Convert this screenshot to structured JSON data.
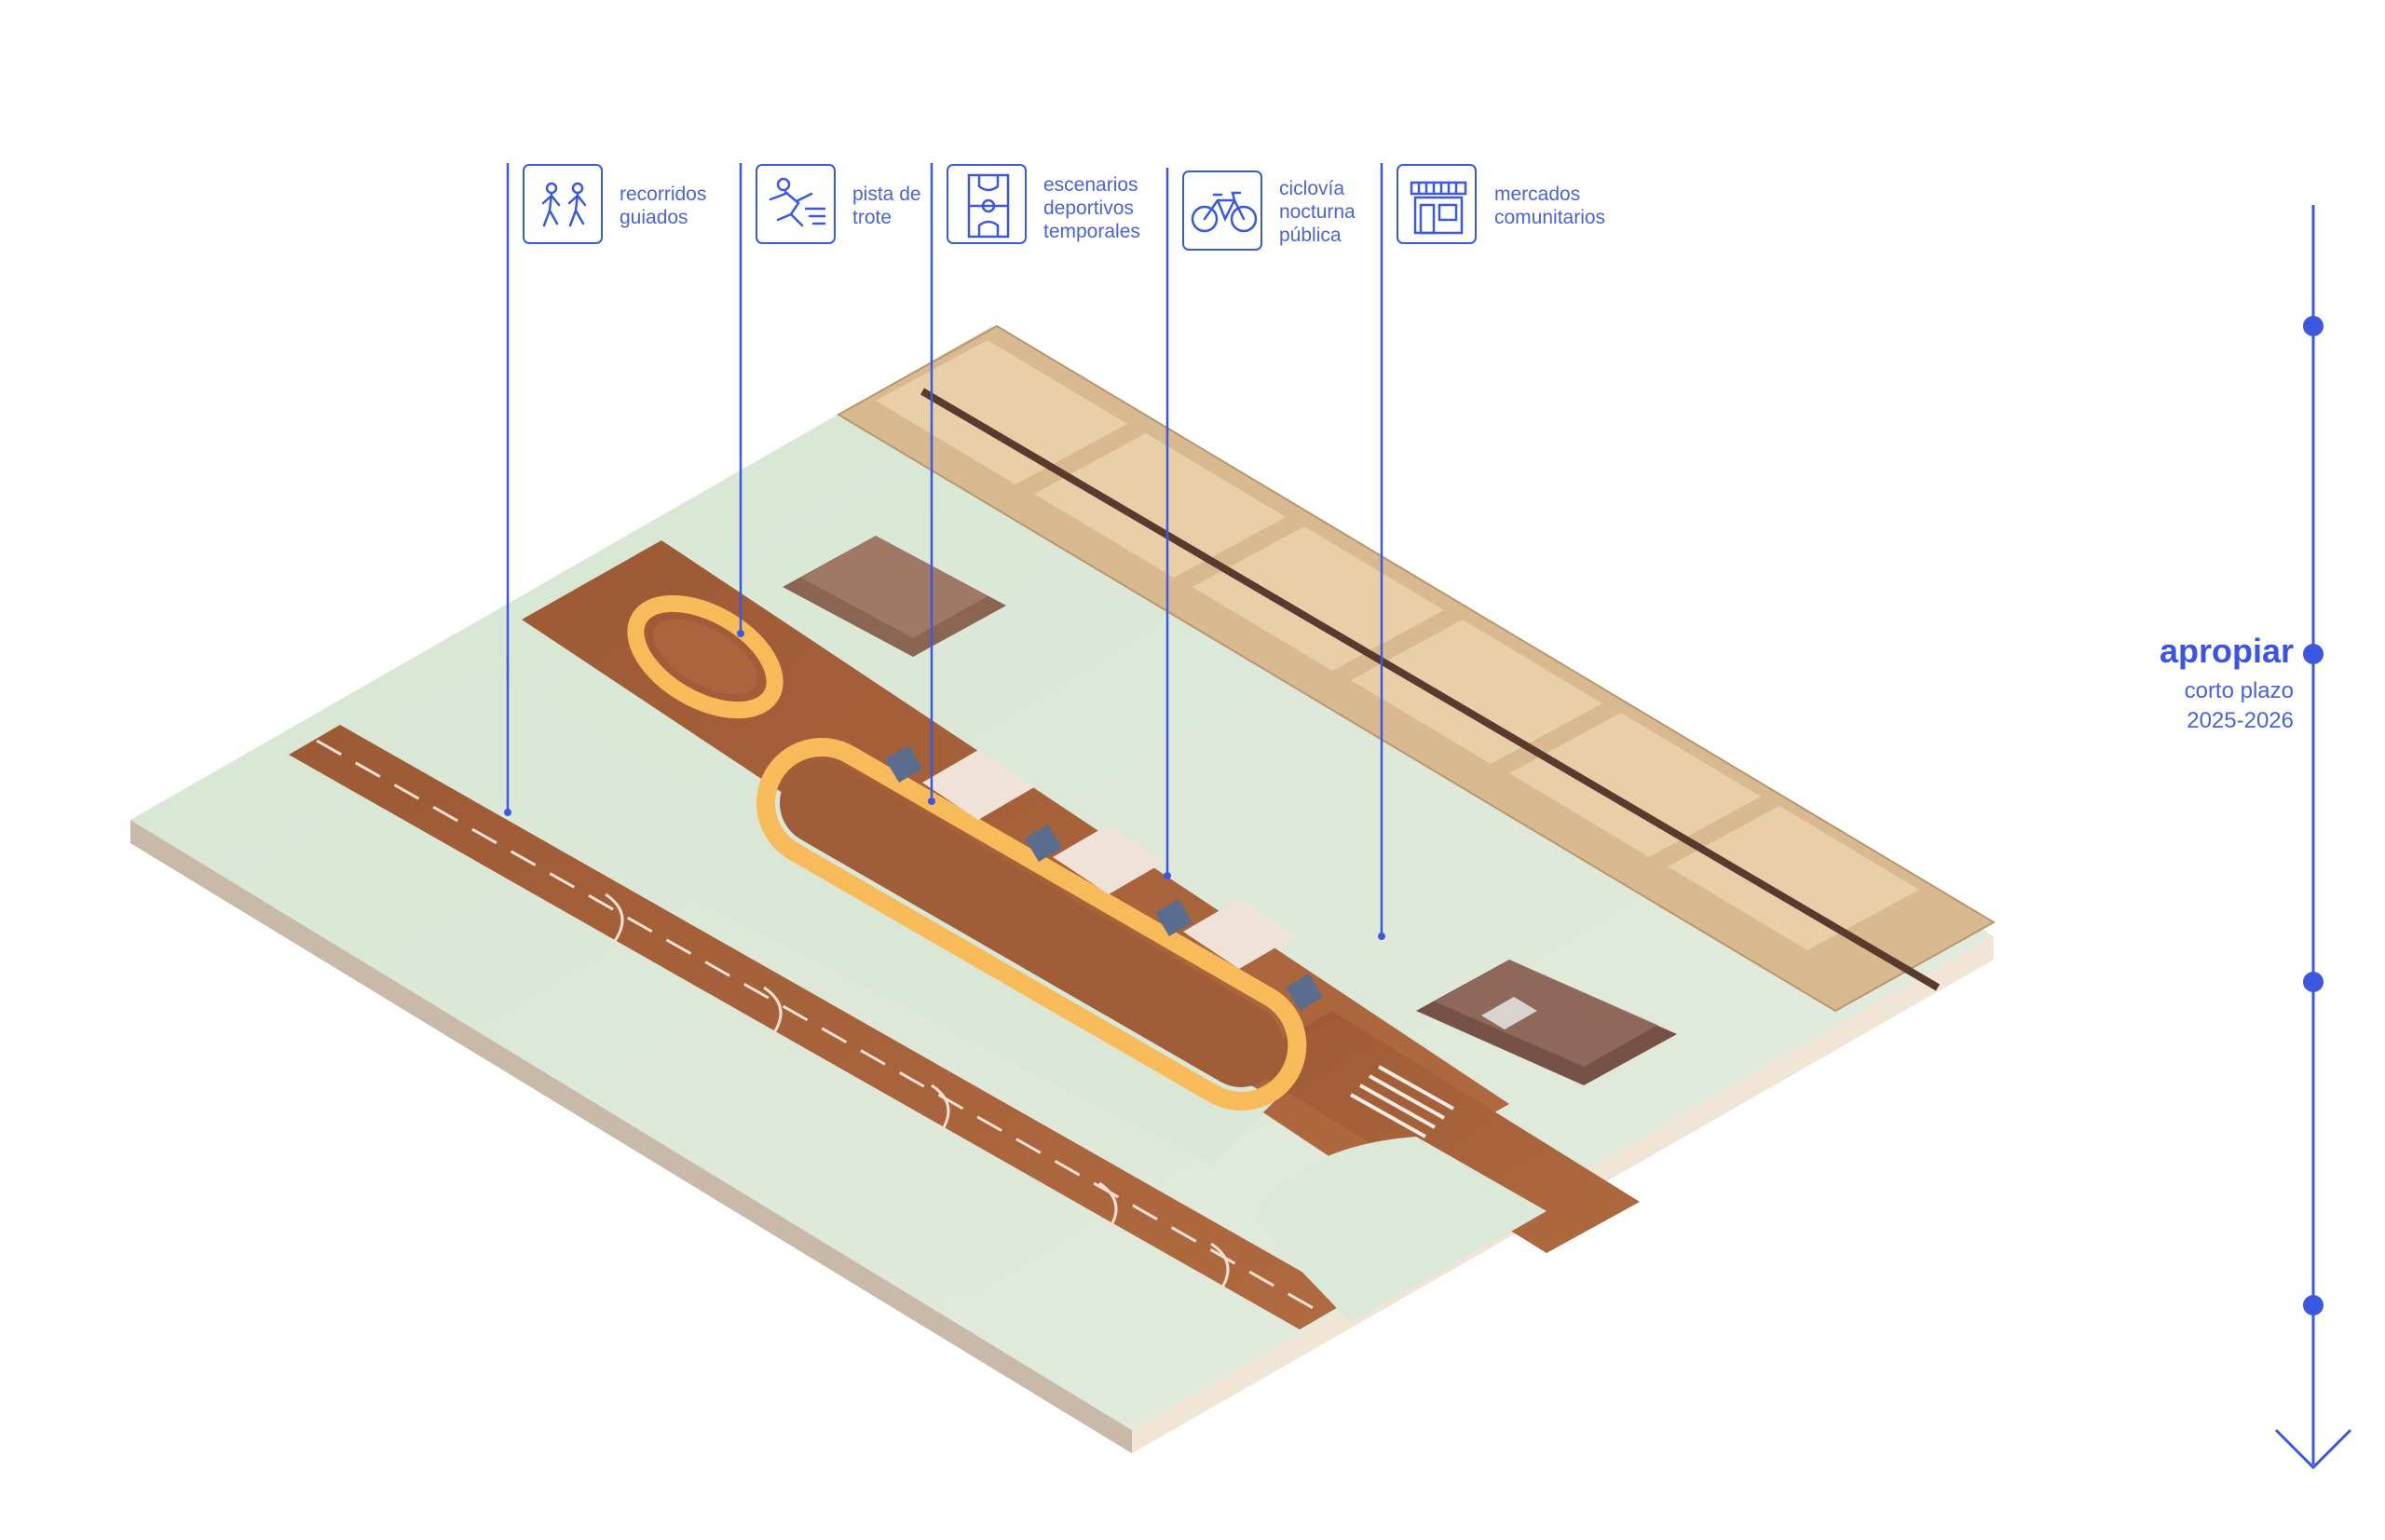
{
  "interventions": [
    {
      "id": "recorridos",
      "lines": [
        "recorridos",
        "guiados"
      ],
      "icon": "walking-people-icon"
    },
    {
      "id": "trote",
      "lines": [
        "pista de",
        "trote"
      ],
      "icon": "runner-icon"
    },
    {
      "id": "escenarios",
      "lines": [
        "escenarios",
        "deportivos",
        "temporales"
      ],
      "icon": "sports-court-icon"
    },
    {
      "id": "ciclovia",
      "lines": [
        "ciclovía",
        "nocturna",
        "pública"
      ],
      "icon": "bicycle-icon"
    },
    {
      "id": "mercados",
      "lines": [
        "mercados",
        "comunitarios"
      ],
      "icon": "market-stall-icon"
    }
  ],
  "timeline": {
    "phase_title": "apropiar",
    "phase_term": "corto plazo",
    "phase_years": "2025-2026"
  },
  "colors": {
    "accent": "#3b58e0",
    "runway": "#a5623b",
    "grass": "#dce8d8",
    "track": "#f6b75a",
    "houses": "#d9b98f"
  }
}
